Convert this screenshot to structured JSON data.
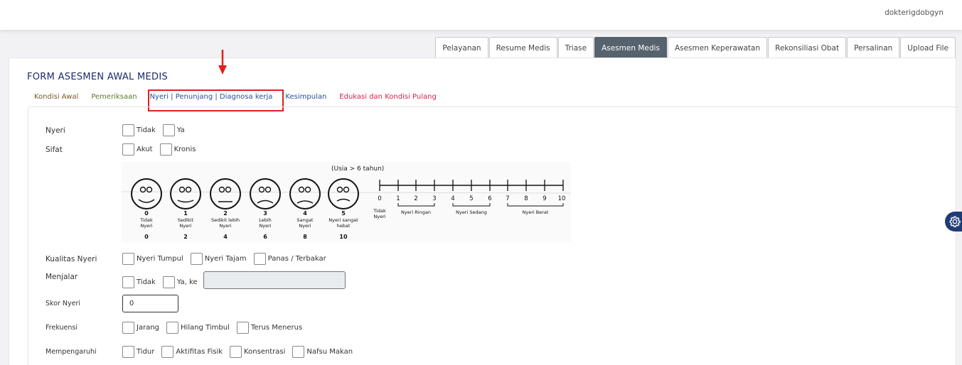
{
  "header": {
    "username": "dokterigdobgyn"
  },
  "main_tabs": [
    {
      "label": "Pelayanan",
      "active": false
    },
    {
      "label": "Resume Medis",
      "active": false
    },
    {
      "label": "Triase",
      "active": false
    },
    {
      "label": "Asesmen Medis",
      "active": true
    },
    {
      "label": "Asesmen Keperawatan",
      "active": false
    },
    {
      "label": "Rekonsiliasi Obat",
      "active": false
    },
    {
      "label": "Persalinan",
      "active": false
    },
    {
      "label": "Upload File",
      "active": false
    }
  ],
  "form": {
    "title": "FORM ASESMEN AWAL MEDIS",
    "sub_tabs": [
      {
        "label": "Kondisi Awal"
      },
      {
        "label": "Pemeriksaan"
      },
      {
        "label": "Nyeri | Penunjang | Diagnosa kerja",
        "active": true
      },
      {
        "label": "Kesimpulan"
      },
      {
        "label": "Edukasi dan Kondisi Pulang"
      }
    ]
  },
  "annotation": {
    "highlight_color": "#e02020"
  },
  "fields": {
    "nyeri": {
      "label": "Nyeri",
      "options": [
        "Tidak",
        "Ya"
      ]
    },
    "sifat": {
      "label": "Sifat",
      "options": [
        "Akut",
        "Kronis"
      ]
    },
    "kualitas": {
      "label": "Kualitas Nyeri",
      "options": [
        "Nyeri Tumpul",
        "Nyeri Tajam",
        "Panas / Terbakar"
      ]
    },
    "menjalar": {
      "label": "Menjalar",
      "options": [
        "Tidak",
        "Ya, ke"
      ],
      "input_value": ""
    },
    "skor": {
      "label": "Skor Nyeri",
      "value": "0"
    },
    "frekuensi": {
      "label": "Frekuensi",
      "options": [
        "Jarang",
        "Hilang Timbul",
        "Terus Menerus"
      ]
    },
    "mempengaruhi": {
      "label": "Mempengaruhi",
      "options": [
        "Tidur",
        "Aktifitas Fisik",
        "Konsentrasi",
        "Nafsu Makan"
      ]
    }
  },
  "pain_scale": {
    "age_note": "(Usia > 6 tahun)",
    "faces": [
      {
        "num": "0",
        "label1": "Tidak",
        "label2": "Nyeri",
        "score": "0"
      },
      {
        "num": "1",
        "label1": "Sedikit",
        "label2": "Nyeri",
        "score": "2"
      },
      {
        "num": "2",
        "label1": "Sedikit lebih",
        "label2": "Nyeri",
        "score": "4"
      },
      {
        "num": "3",
        "label1": "Lebih",
        "label2": "Nyeri",
        "score": "6"
      },
      {
        "num": "4",
        "label1": "Sangat",
        "label2": "Nyeri",
        "score": "8"
      },
      {
        "num": "5",
        "label1": "Nyeri sangat",
        "label2": "hebat",
        "score": "10"
      }
    ],
    "ticks": [
      "0",
      "1",
      "2",
      "3",
      "4",
      "5",
      "6",
      "7",
      "8",
      "9",
      "10"
    ],
    "ranges": [
      {
        "label": "Tidak Nyeri"
      },
      {
        "label": "Nyeri Ringan"
      },
      {
        "label": "Nyeri Sedang"
      },
      {
        "label": "Nyeri Berat"
      }
    ]
  },
  "floating": {
    "settings_icon": "gear-icon"
  }
}
